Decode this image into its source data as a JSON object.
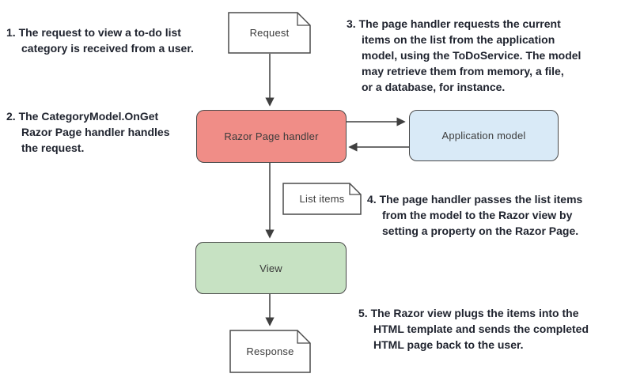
{
  "colors": {
    "handler_fill": "#f08d87",
    "model_fill": "#d9eaf7",
    "view_fill": "#c7e2c3",
    "doc_fill": "#ffffff",
    "border": "#4a4a4a",
    "arrow": "#3f3f3f",
    "annotation_text": "#20242f",
    "label_text": "#3b3b3b"
  },
  "diagram": {
    "nodes": {
      "request": {
        "label": "Request",
        "shape": "document"
      },
      "handler": {
        "label": "Razor Page handler",
        "shape": "rounded-box"
      },
      "model": {
        "label": "Application model",
        "shape": "rounded-box"
      },
      "list_items": {
        "label": "List items",
        "shape": "document"
      },
      "view": {
        "label": "View",
        "shape": "rounded-box"
      },
      "response": {
        "label": "Response",
        "shape": "document"
      }
    },
    "annotations": [
      {
        "number": "1.",
        "text": "The request to view a to-do list\ncategory is received from a user."
      },
      {
        "number": "2.",
        "text": "The CategoryModel.OnGet\nRazor Page handler handles\nthe request."
      },
      {
        "number": "3.",
        "text": "The page handler requests the current\nitems on the list from the application\nmodel, using the ToDoService. The model\nmay retrieve them from memory, a file,\nor a database, for instance."
      },
      {
        "number": "4.",
        "text": "The page handler passes the list items\nfrom the model to the Razor view by\nsetting a property on the Razor Page."
      },
      {
        "number": "5.",
        "text": "The Razor view plugs the items into the\nHTML template and sends the completed\nHTML page back to the user."
      }
    ],
    "flows": [
      "request-to-handler",
      "handler-to-view",
      "view-to-response",
      "handler-to-model",
      "model-to-handler"
    ]
  }
}
